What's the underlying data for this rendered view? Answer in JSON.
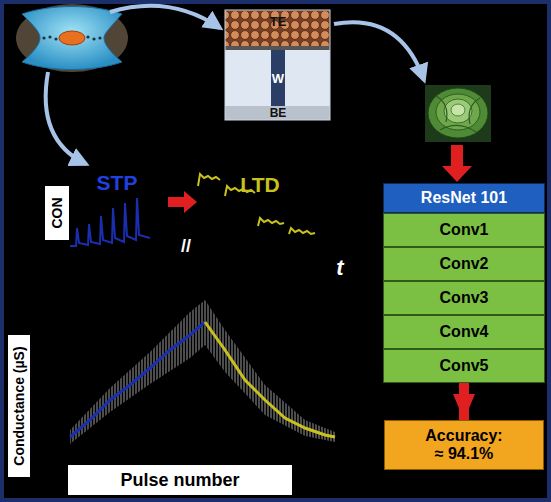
{
  "diagram": {
    "nodes": [
      {
        "text": [
          "CON"
        ]
      },
      {
        "text": [
          "ResNet 101"
        ]
      },
      {
        "text": [
          "Conv1"
        ]
      },
      {
        "text": [
          "Conv2"
        ]
      },
      {
        "text": [
          "Conv3"
        ]
      },
      {
        "text": [
          "Conv4"
        ]
      },
      {
        "text": [
          "Conv5"
        ]
      },
      {
        "text": [
          "Conductance (µS)"
        ]
      },
      {
        "text": [
          "Accuracy: ≈ 94.1%"
        ]
      },
      {
        "text": [
          "Pulse number"
        ]
      }
    ],
    "edges": [
      {
        "from": 6,
        "to": 8,
        "arrow": "to"
      }
    ],
    "labels": [
      "TE",
      "W",
      "BE",
      "STP",
      "LTD",
      "//",
      "t"
    ]
  }
}
